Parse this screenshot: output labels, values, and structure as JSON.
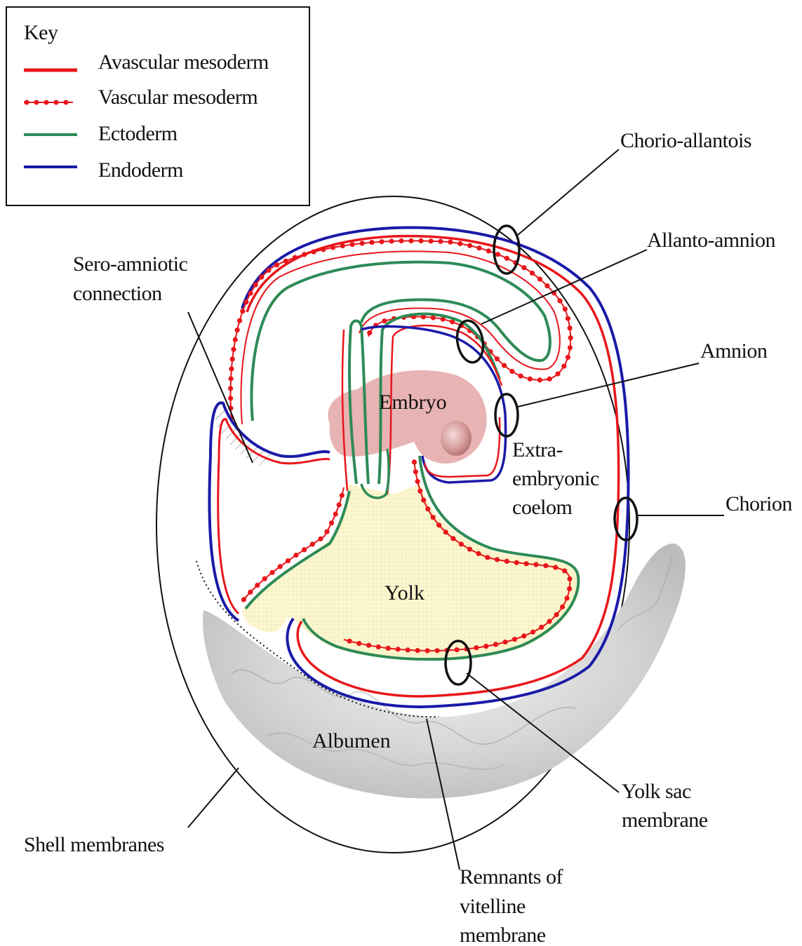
{
  "key": {
    "title": "Key",
    "items": [
      {
        "label": "Avascular mesoderm",
        "style": "solid",
        "color": "#e8161b"
      },
      {
        "label": "Vascular mesoderm",
        "style": "dotted",
        "color": "#e8161b"
      },
      {
        "label": "Ectoderm",
        "style": "solid",
        "color": "#2e8b57"
      },
      {
        "label": "Endoderm",
        "style": "solid",
        "color": "#1a1aa8"
      }
    ]
  },
  "labels": {
    "chorio_allantois": "Chorio-allantois",
    "allanto_amnion": "Allanto-amnion",
    "amnion": "Amnion",
    "chorion": "Chorion",
    "sero_amniotic": [
      "Sero-amniotic",
      "connection"
    ],
    "embryo": "Embryo",
    "extra_embryonic": [
      "Extra-",
      "embryonic",
      "coelom"
    ],
    "yolk": "Yolk",
    "albumen": "Albumen",
    "shell_membranes": "Shell membranes",
    "yolk_sac_membrane": [
      "Yolk sac",
      "membrane"
    ],
    "vitelline": [
      "Remnants of",
      "vitelline",
      "membrane"
    ]
  },
  "colors": {
    "avascular_mesoderm": "#e8161b",
    "vascular_mesoderm": "#e8161b",
    "ectoderm": "#2e8b57",
    "endoderm": "#1a1aa8",
    "embryo_fill": "#e8b3b3",
    "yolk_fill": "#fbf6cf",
    "albumen_fill": "#d9d9d9"
  }
}
